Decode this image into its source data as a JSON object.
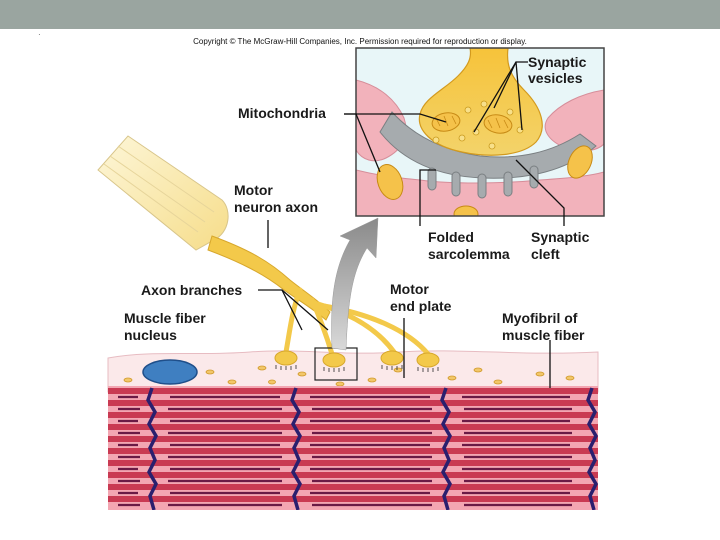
{
  "copyright": "Copyright © The McGraw-Hill Companies, Inc. Permission required for reproduction or display.",
  "labels": {
    "synaptic_vesicles_1": "Synaptic",
    "synaptic_vesicles_2": "vesicles",
    "mitochondria": "Mitochondria",
    "motor_neuron_axon_1": "Motor",
    "motor_neuron_axon_2": "neuron axon",
    "folded_sarcolemma_1": "Folded",
    "folded_sarcolemma_2": "sarcolemma",
    "synaptic_cleft_1": "Synaptic",
    "synaptic_cleft_2": "cleft",
    "axon_branches": "Axon branches",
    "muscle_fiber_nucleus_1": "Muscle fiber",
    "muscle_fiber_nucleus_2": "nucleus",
    "motor_end_plate_1": "Motor",
    "motor_end_plate_2": "end plate",
    "myofibril_1": "Myofibril of",
    "myofibril_2": "muscle fiber"
  },
  "colors": {
    "axon_yellow": "#f3c94a",
    "muscle_red": "#c8354a",
    "cleft_gray": "#9ea3a6",
    "sarcoplasm_pink": "#f2b9c0",
    "nucleus_blue": "#3f7fc1",
    "z_line_navy": "#2a1f6e"
  }
}
